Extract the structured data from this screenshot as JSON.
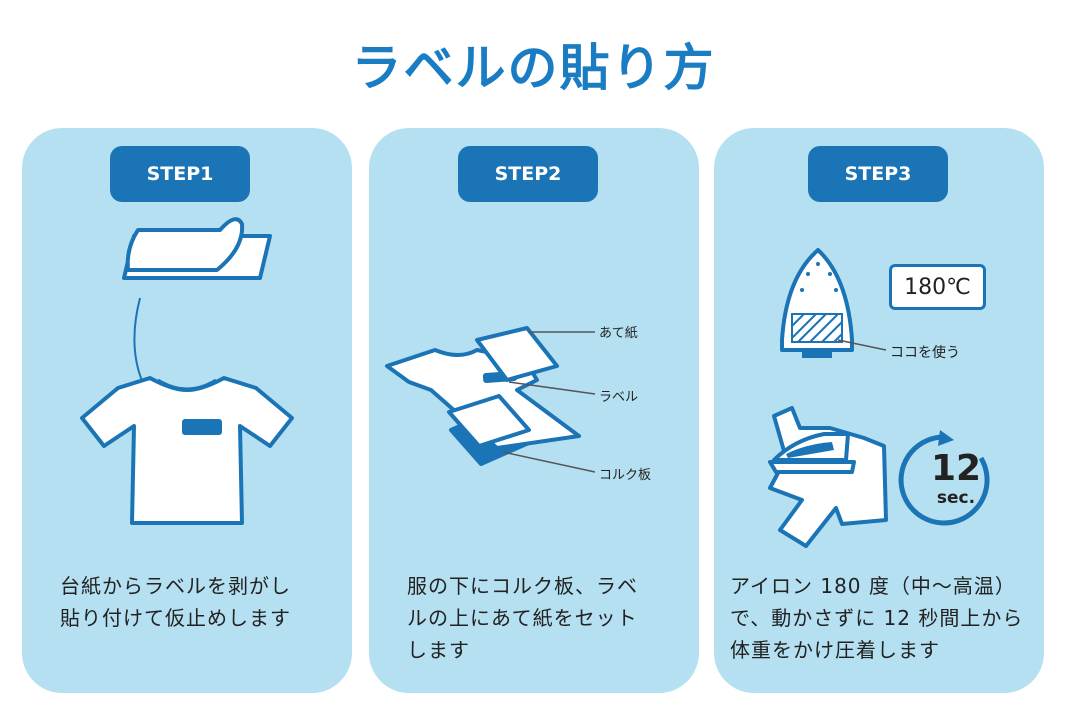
{
  "title": "ラベルの貼り方",
  "steps": [
    {
      "badge": "STEP1",
      "desc_lines": [
        "台紙からラベルを剥がし",
        "貼り付けて仮止めします"
      ]
    },
    {
      "badge": "STEP2",
      "callouts": {
        "pad": "あて紙",
        "label": "ラベル",
        "cork": "コルク板"
      },
      "desc_lines": [
        "服の下にコルク板、ラベ",
        "ルの上にあて紙をセット",
        "します"
      ]
    },
    {
      "badge": "STEP3",
      "temperature": "180℃",
      "iron_callout": "ココを使う",
      "timer": {
        "value": "12",
        "unit": "sec."
      },
      "desc_lines": [
        "アイロン 180 度（中～高温）",
        "で、動かさずに 12 秒間上から",
        "体重をかけ圧着します"
      ]
    }
  ],
  "colors": {
    "title": "#1a7dc4",
    "card_bg": "#b5e0f1",
    "badge_bg": "#1b74b5",
    "outline": "#1b74b5",
    "text": "#222222"
  }
}
